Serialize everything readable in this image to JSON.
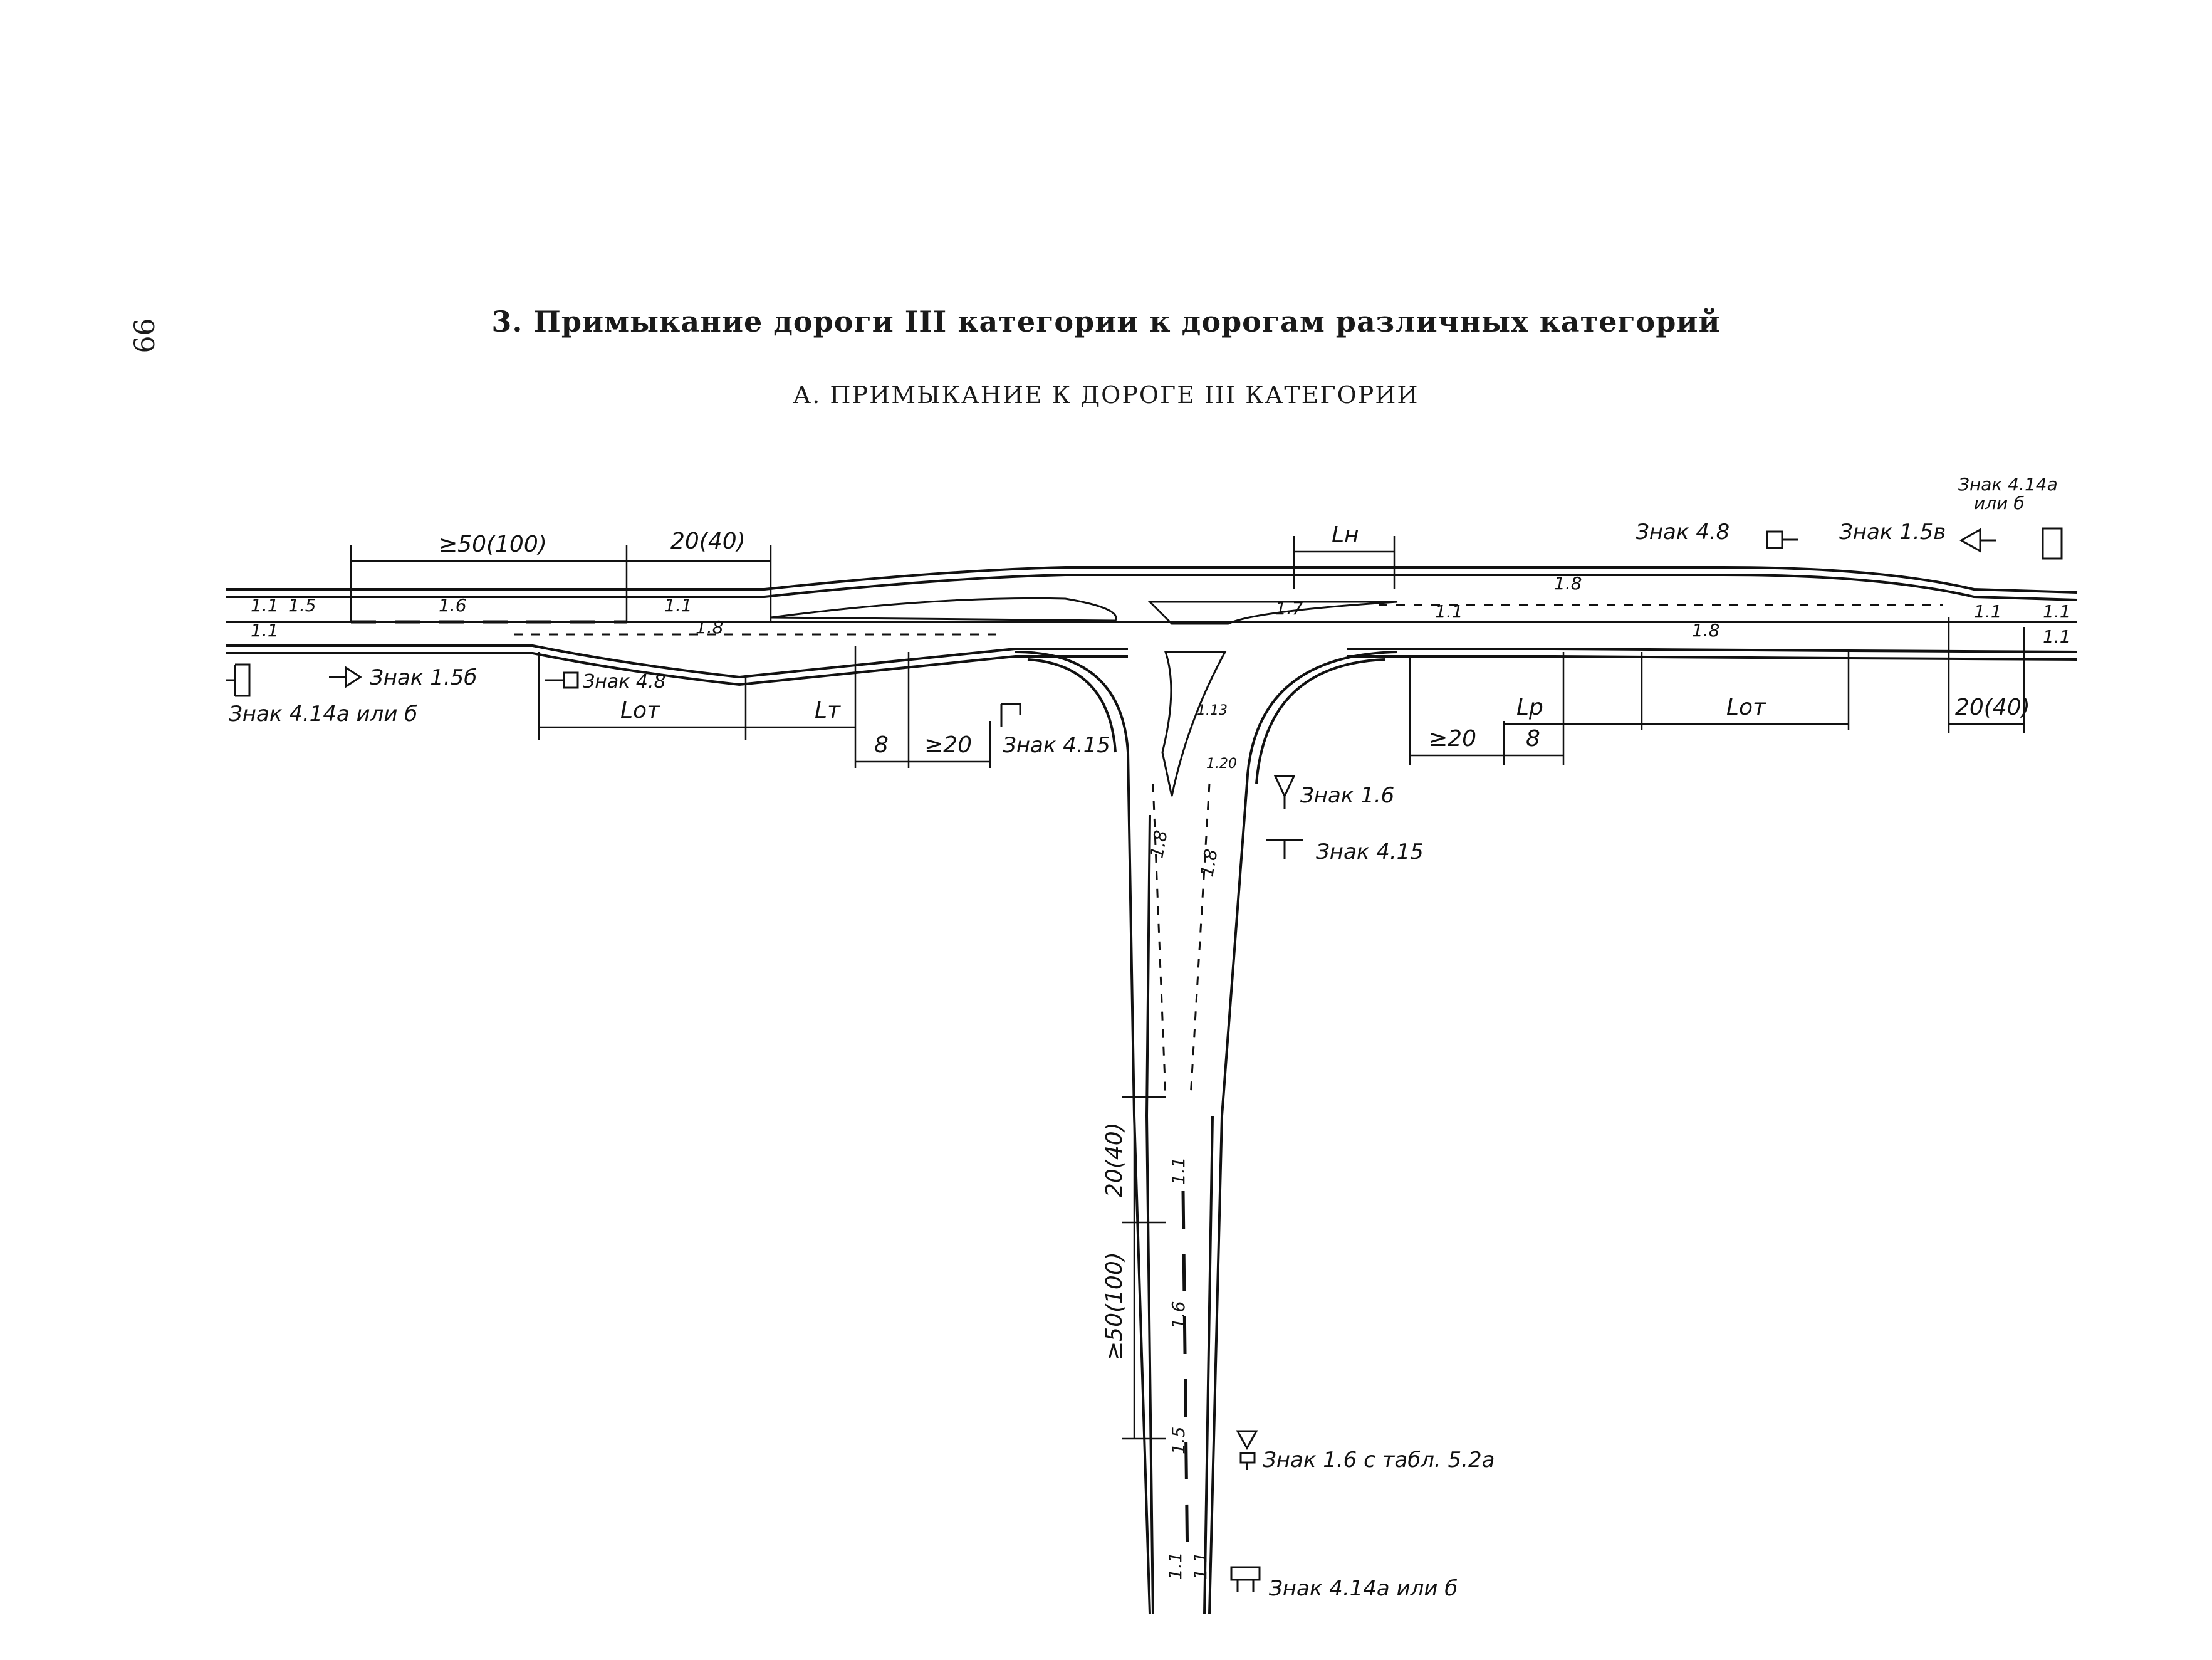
{
  "page_number": "99",
  "title": "3. Примыкание дороги III категории  к дорогам различных категорий",
  "subtitle": "А. ПРИМЫКАНИЕ К ДОРОГЕ III КАТЕГОРИИ",
  "dimensions": {
    "d50_100": "≥50(100)",
    "d20_40": "20(40)",
    "l_n": "Lн",
    "l_ot": "Lот",
    "l_t": "Lт",
    "l_p": "Lp",
    "d8": "8",
    "d20": "≥20"
  },
  "markings": {
    "m1_1": "1.1",
    "m1_5": "1.5",
    "m1_6": "1.6",
    "m1_7": "1.7",
    "m1_8": "1.8",
    "m1_13": "1.13",
    "m1_20": "1.20"
  },
  "signs": {
    "sign_4_8": "Знак 4.8",
    "sign_1_5v": "Знак 1.5в",
    "sign_4_14_top": "Знак 4.14а",
    "sign_4_14_top_or": "или б",
    "sign_1_5b": "Знак 1.5б",
    "sign_4_14_left": "Знак 4.14а или б",
    "sign_4_8_left": "Знак 4.8",
    "sign_4_15_left": "Знак 4.15",
    "sign_1_6": "Знак 1.6",
    "sign_4_15_right": "Знак 4.15",
    "sign_1_6_tab": "Знак 1.6 с табл. 5.2а",
    "sign_4_14_bottom": "Знак 4.14а или б"
  }
}
